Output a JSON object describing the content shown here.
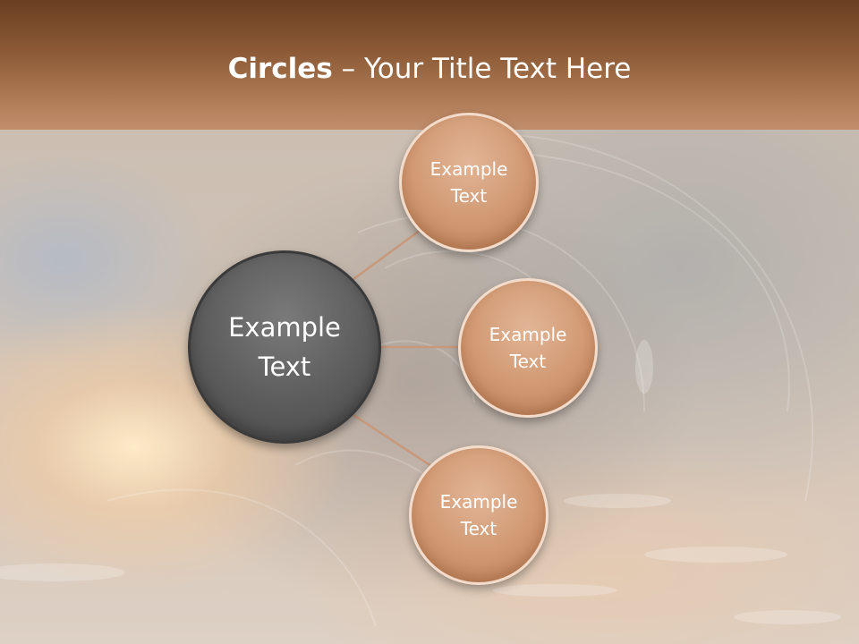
{
  "slide": {
    "title_bold": "Circles",
    "title_rest": " – Your Title Text Here"
  },
  "diagram": {
    "hub": {
      "label": "Example\nText"
    },
    "satellites": [
      {
        "label": "Example\nText"
      },
      {
        "label": "Example\nText"
      },
      {
        "label": "Example\nText"
      }
    ]
  },
  "colors": {
    "header_dark": "#6a3f21",
    "header_light": "#c18e6c",
    "hub_fill": "#5c5c5c",
    "satellite_fill": "#d09872",
    "connector": "#c8987a"
  }
}
